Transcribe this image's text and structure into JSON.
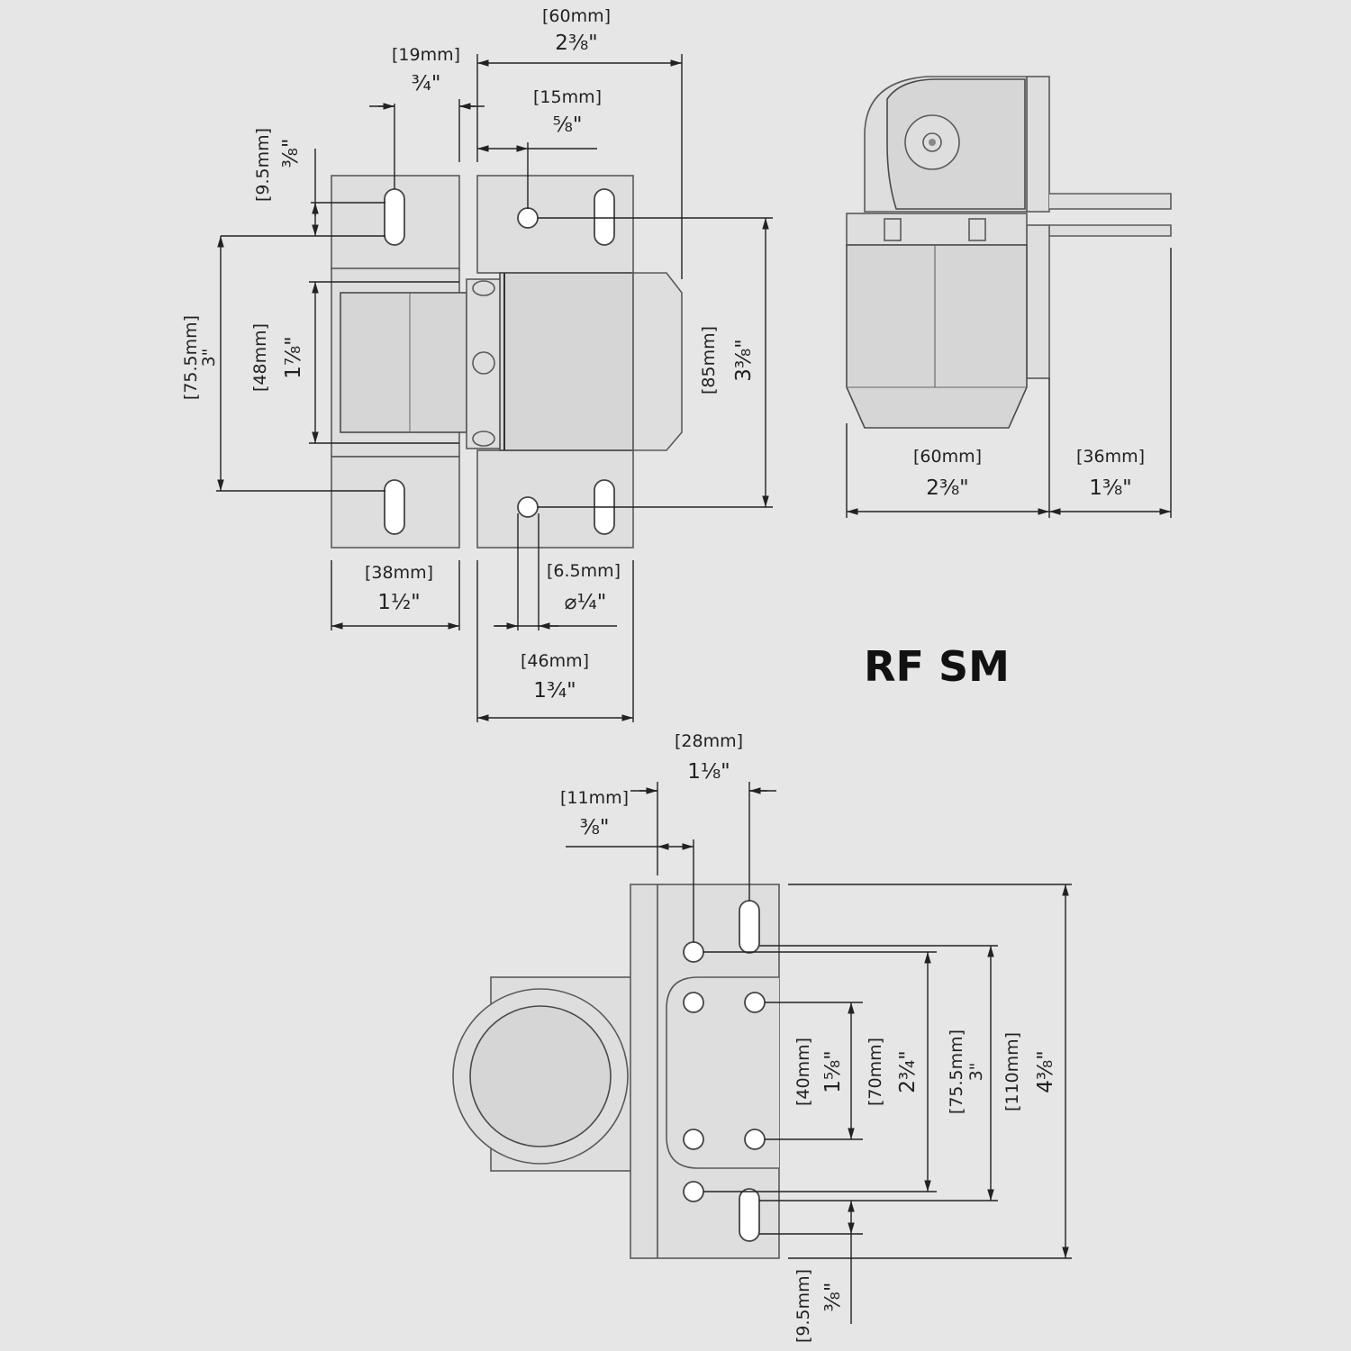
{
  "title": "RF SM",
  "front_view": {
    "overall_width": {
      "mm": "[60mm]",
      "in": "2³⁄₈\""
    },
    "slot_offset": {
      "mm": "[19mm]",
      "in": "³⁄₄\""
    },
    "hole_offset": {
      "mm": "[15mm]",
      "in": "⁵⁄₈\""
    },
    "slot_length": {
      "mm": "[9.5mm]",
      "in": "³⁄₈\""
    },
    "slot_spacing": {
      "mm": "[75.5mm]",
      "in": "3\""
    },
    "body_height": {
      "mm": "[48mm]",
      "in": "1⁷⁄₈\""
    },
    "hole_spacing": {
      "mm": "[85mm]",
      "in": "3³⁄₈\""
    },
    "leaf_width_left": {
      "mm": "[38mm]",
      "in": "1¹⁄₂\""
    },
    "hole_diameter": {
      "mm": "[6.5mm]",
      "in": "⌀¹⁄₄\""
    },
    "leaf_width_right": {
      "mm": "[46mm]",
      "in": "1³⁄₄\""
    }
  },
  "side_view": {
    "body_width": {
      "mm": "[60mm]",
      "in": "2³⁄₈\""
    },
    "flange_width": {
      "mm": "[36mm]",
      "in": "1³⁄₈\""
    }
  },
  "bottom_view": {
    "slot_offset": {
      "mm": "[28mm]",
      "in": "1¹⁄₈\""
    },
    "hole_offset": {
      "mm": "[11mm]",
      "in": "³⁄₈\""
    },
    "inner_hole_spacing": {
      "mm": "[40mm]",
      "in": "1⁵⁄₈\""
    },
    "outer_hole_spacing": {
      "mm": "[70mm]",
      "in": "2³⁄₄\""
    },
    "slot_spacing": {
      "mm": "[75.5mm]",
      "in": "3\""
    },
    "plate_height": {
      "mm": "[110mm]",
      "in": "4³⁄₈\""
    },
    "slot_length": {
      "mm": "[9.5mm]",
      "in": "³⁄₈\""
    }
  }
}
